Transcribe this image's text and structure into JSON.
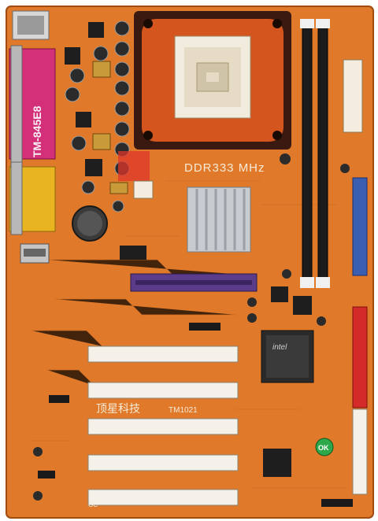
{
  "board": {
    "model": "TM-845E8",
    "memory_label": "DDR333 MHz",
    "brand_cn": "顶星科技",
    "board_code": "TM1021",
    "chip_brand": "intel",
    "ok_badge": "OK",
    "logo_text": "GC"
  },
  "colors": {
    "pcb": "#e07a2a",
    "pcb_dark": "#b85a18",
    "socket_frame": "#3a1a10",
    "pci_slot": "#f4f1ea",
    "agp_slot": "#5a3c8a",
    "dimm_slot": "#1b1b1b",
    "ide_blue": "#3a5fb0",
    "ide_red": "#d42a2a",
    "parallel_port": "#d4307a",
    "vga_port": "#e8b520",
    "heatsink": "#c8ccd0"
  },
  "icons": [
    "cpu-socket-icon",
    "heatsink-icon",
    "cmos-battery-icon",
    "chipset-icon"
  ]
}
